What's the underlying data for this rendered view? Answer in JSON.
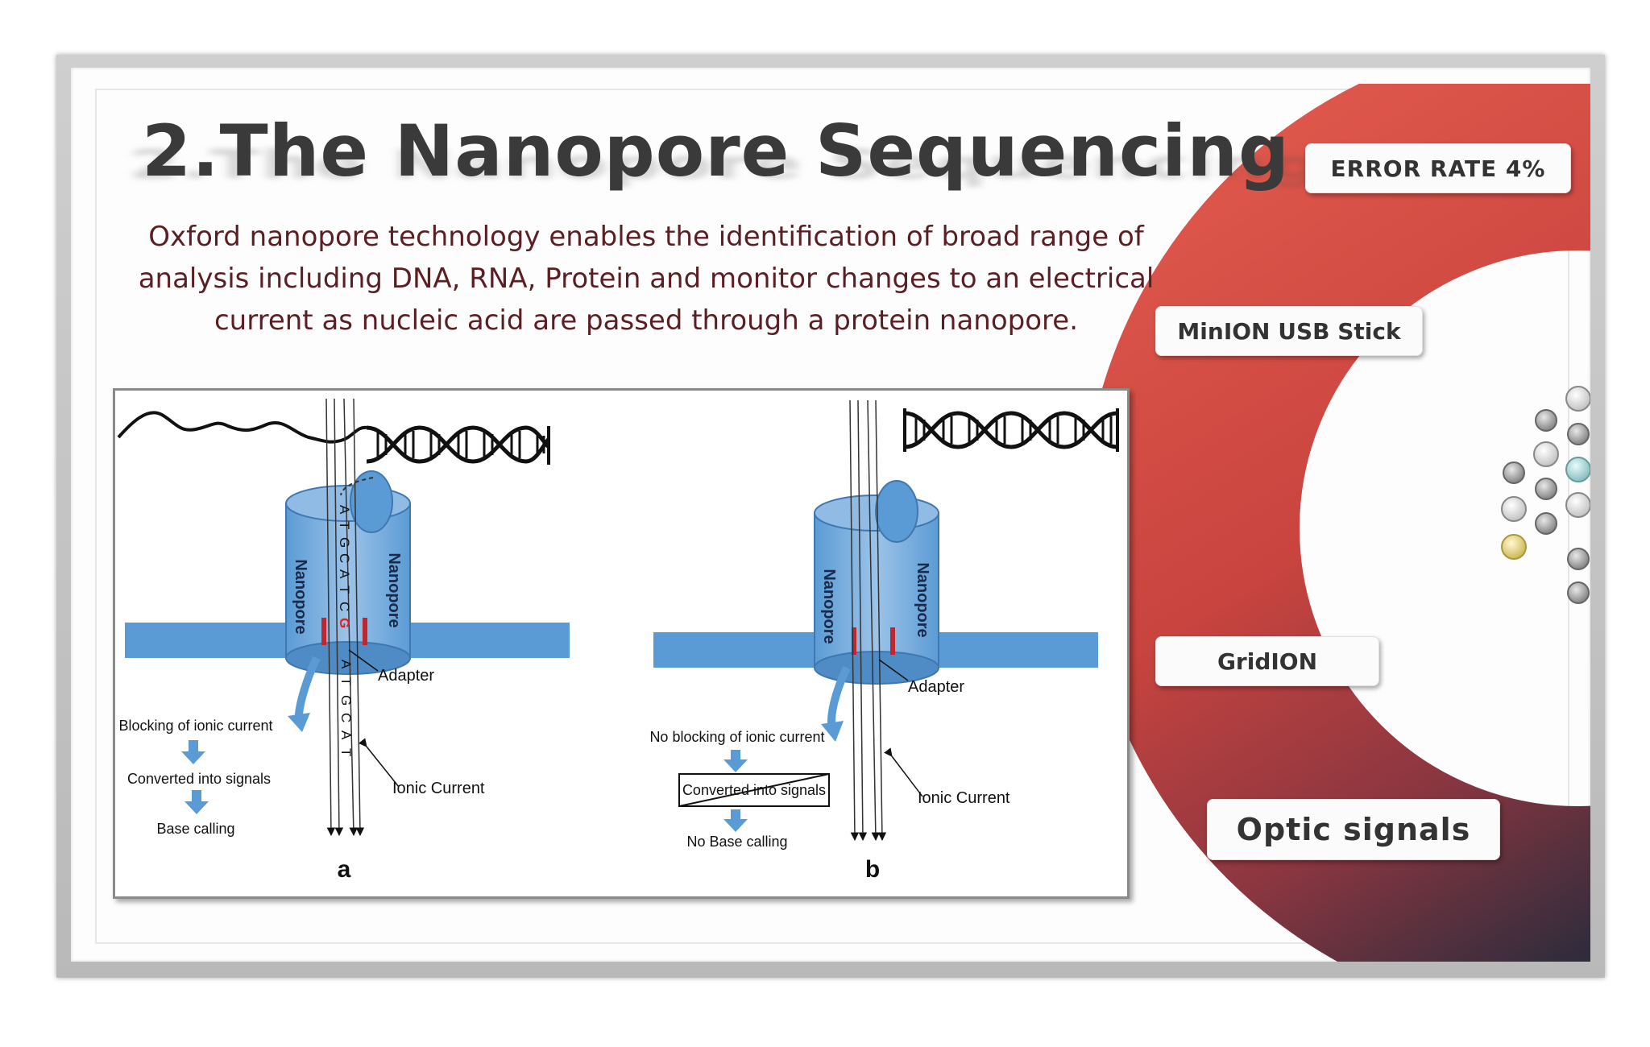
{
  "slide": {
    "title": "2.The Nanopore Sequencing",
    "intro": "Oxford nanopore technology enables the identification of broad range of analysis including DNA, RNA, Protein and monitor changes to an electrical current as nucleic acid are passed through a protein nanopore."
  },
  "side_tags": {
    "error_rate": "ERROR RATE  4%",
    "minion": "MinION USB Stick",
    "gridion": "GridION",
    "optic": "Optic signals"
  },
  "diagram": {
    "panel_a": {
      "label": "a",
      "pore_left": "Nanopore",
      "pore_right": "Nanopore",
      "strand_in_pore": [
        "A",
        "T",
        "G",
        "C",
        "A",
        "T",
        "C",
        "G"
      ],
      "strand_below": [
        "A",
        "T",
        "G",
        "C",
        "A",
        "T"
      ],
      "adapter": "Adapter",
      "ionic_current": "Ionic Current",
      "step1": "Blocking of ionic current",
      "step2": "Converted into signals",
      "step3": "Base calling"
    },
    "panel_b": {
      "label": "b",
      "pore_left": "Nanopore",
      "pore_right": "Nanopore",
      "adapter": "Adapter",
      "ionic_current": "Ionic Current",
      "step1": "No blocking of ionic current",
      "step2": "Converted into signals",
      "step3": "No Base calling"
    }
  },
  "colors": {
    "ring_red": "#d94a42",
    "ring_dark": "#3a3345",
    "membrane_blue": "#5b9bd5",
    "intro_text": "#5a1f22",
    "highlight_base": "#e02020"
  }
}
